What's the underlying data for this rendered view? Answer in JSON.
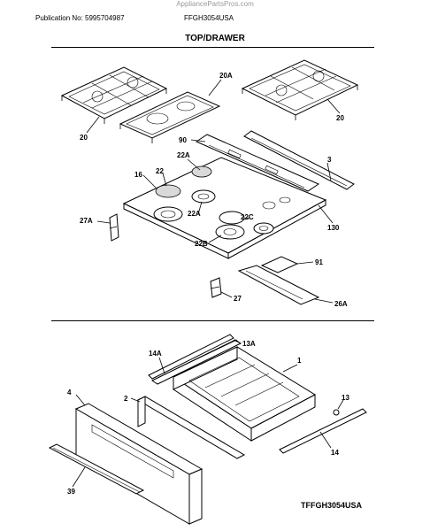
{
  "watermark": "AppliancePartsPros.com",
  "header": {
    "publication": "Publication No: 5995704987",
    "model": "FFGH3054USA"
  },
  "section_title": "TOP/DRAWER",
  "diagram_code": "TFFGH3054USA",
  "callouts": {
    "c20a": "20A",
    "c20_left": "20",
    "c20_right": "20",
    "c90": "90",
    "c3": "3",
    "c22a_top": "22A",
    "c16": "16",
    "c22": "22",
    "c22a_mid": "22A",
    "c22c": "22C",
    "c27a": "27A",
    "c130": "130",
    "c22b": "22B",
    "c91": "91",
    "c27": "27",
    "c26a": "26A",
    "c13a": "13A",
    "c14a": "14A",
    "c1": "1",
    "c4": "4",
    "c2": "2",
    "c13": "13",
    "c14": "14",
    "c39": "39"
  }
}
